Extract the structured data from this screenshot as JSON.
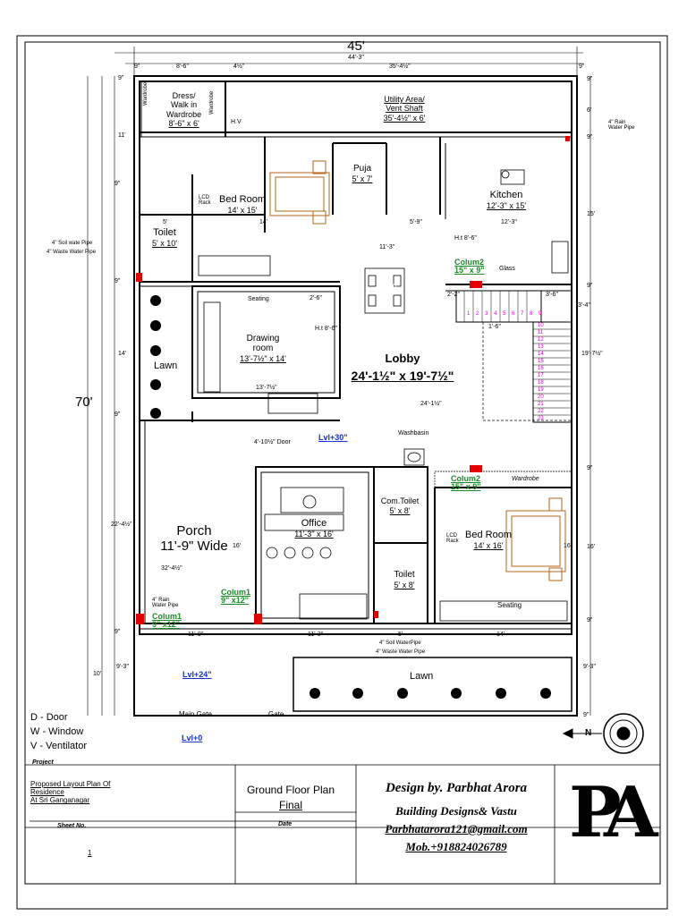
{
  "overall": {
    "width_label": "45'",
    "inner_width_label": "44'-3\"",
    "height_label": "70'"
  },
  "top_dims": [
    "9\"",
    "8'-6\"",
    "4½\"",
    "35'-4½\"",
    "9\""
  ],
  "left_dims": [
    "9\"",
    "11'",
    "9\"",
    "9\"",
    "14'",
    "9\"",
    "22'-4½\"",
    "9\"",
    "10'",
    "9'-3\""
  ],
  "right_dims": [
    "9\"",
    "6'",
    "9\"",
    "15'",
    "9\"",
    "3'-4\"",
    "19'-7½\"",
    "9\"",
    "16'",
    "9\"",
    "9'-3\"",
    "9\""
  ],
  "rooms": {
    "dress": {
      "name": "Dress/\nWalk in\nWardrobe",
      "size": "8'-6\" x 6'"
    },
    "wardrobe_a": "Wardrobe",
    "wardrobe_b": "Wardrobe",
    "hv": "H.V",
    "utility": {
      "name": "Utility Area/\nVent Shaft",
      "size": "35'-4½\" x 6'"
    },
    "bedroom1": {
      "name": "Bed Room",
      "size": "14' x 15'"
    },
    "lcd1": "LCD\nRack",
    "puja": {
      "name": "Puja",
      "size": "5' x 7'"
    },
    "kitchen": {
      "name": "Kitchen",
      "size": "12'-3\" x 15'"
    },
    "toilet1": {
      "name": "Toilet",
      "size": "5' x 10'"
    },
    "dining": "Dining\nTable",
    "drawing": {
      "name": "Drawing\nroom",
      "size": "13'-7½\" x 14'"
    },
    "seating1": "Seating",
    "lawn1": "Lawn",
    "lobby": {
      "name": "Lobby",
      "size": "24'-1½\" x 19'-7½\""
    },
    "office": {
      "name": "Office",
      "size": "11'-3\" x 16'"
    },
    "comtoilet": {
      "name": "Com.Toilet",
      "size": "5' x 8'"
    },
    "washbasin": "Washbasin",
    "toilet2": {
      "name": "Toilet",
      "size": "5' x 8'"
    },
    "bedroom2": {
      "name": "Bed Room",
      "size": "14' x 16'"
    },
    "lcd2": "LCD\nRack",
    "wardrobe_c": "Wardrobe",
    "seating2": "Seating",
    "porch": {
      "name": "Porch",
      "size": "11'-9\" Wide"
    },
    "lawn2": "Lawn",
    "glass": "Glass"
  },
  "notes": {
    "soil_left": "4\" Soil wate Pipe",
    "waste_left": "4\" Waste Water Pipe",
    "rain_top": "4\" Rain\nWater Pipe",
    "rain_left": "4\" Rain\nWater Pipe",
    "soil_bottom": "4\" Soil WaterPipe",
    "waste_bottom": "4\" Waste Water Pipe",
    "ht1": "H.t 8'-6\"",
    "ht2": "H.t 8'-6\"",
    "door_dim": "4'-10½\" Door",
    "main_gate": "Main Gate",
    "gate": "Gate"
  },
  "columns": {
    "c2a": {
      "name": "Colum2",
      "size": "15\" x 9\""
    },
    "c2b": {
      "name": "Colum2",
      "size": "15\" x 9\""
    },
    "c1a": {
      "name": "Colum1",
      "size": "9\" x12\""
    },
    "c1b": {
      "name": "Colum1",
      "size": "9\" x12\""
    }
  },
  "levels": {
    "l30": "Lvl+30\"",
    "l24": "Lvl+24\"",
    "l0": "Lvl+0"
  },
  "stairs": {
    "steps_top": [
      "1",
      "2",
      "3",
      "4",
      "5",
      "6",
      "7",
      "8",
      "9"
    ],
    "steps_side": [
      "10",
      "11",
      "12",
      "13",
      "14",
      "15",
      "16",
      "17",
      "18",
      "19",
      "20",
      "21",
      "22",
      "23"
    ]
  },
  "inner_dims": [
    "5'",
    "14'",
    "5'-9\"",
    "12'-3\"",
    "11'-3\"",
    "13'-7½\"",
    "24'-1½\"",
    "11'-9\"",
    "11'-3\"",
    "5'",
    "14'",
    "32'-4½\"",
    "16'",
    "16'",
    "1'-6\"",
    "3'-6\"",
    "2'-6\"",
    "2'-2\""
  ],
  "legend": [
    "D - Door",
    "W - Window",
    "V - Ventilator"
  ],
  "title_block": {
    "project_label": "Project",
    "project": "Proposed Layout Plan Of\nResidence\nAt Sri Ganganagar",
    "plan_title": "Ground Floor Plan",
    "plan_status": "Final",
    "sheet_label": "Sheet No.",
    "sheet_no": "1",
    "date_label": "Date",
    "designer": "Design by. Parbhat Arora",
    "firm": "Building Designs& Vastu",
    "email": "Parbhatarora121@gmail.com",
    "phone": "Mob.+918824026789",
    "logo": "PA"
  },
  "compass": {
    "north": "N"
  },
  "colors": {
    "column": "#e00000",
    "furniture": "#b5651d",
    "level": "#1530d0",
    "column_label": "#1c8a2a",
    "stair_numbers": "#e000c8"
  }
}
